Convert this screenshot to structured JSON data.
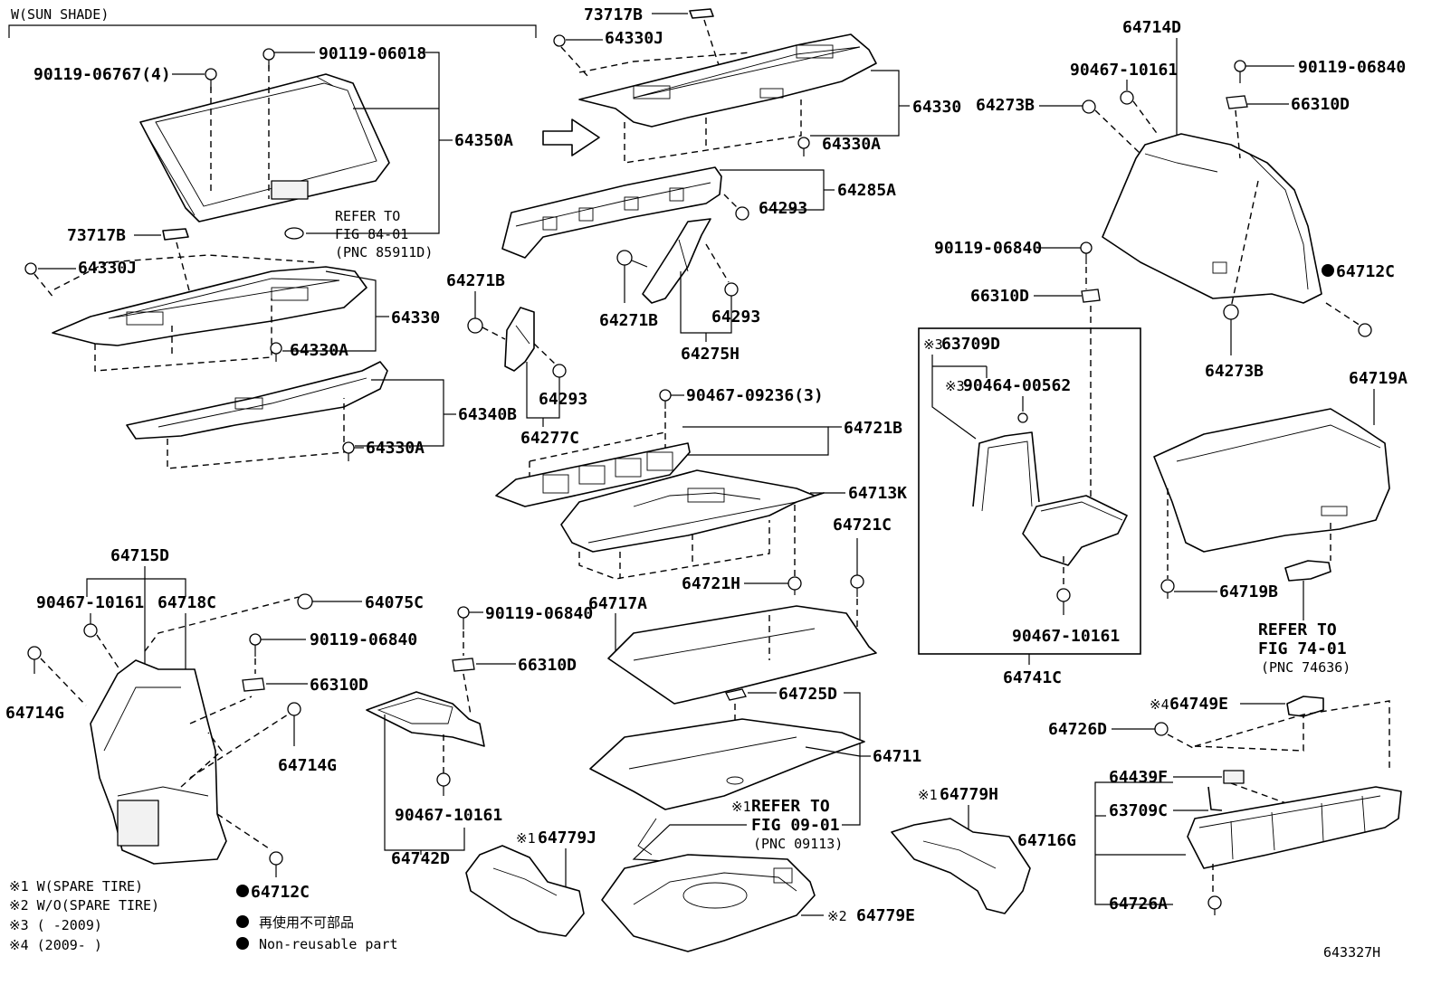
{
  "diagram_code": "643327H",
  "section_title": "W(SUN SHADE)",
  "parts": {
    "p_90119_06767": "90119-06767(4)",
    "p_90119_06018": "90119-06018",
    "p_64350A": "64350A",
    "ref_84_1": "REFER TO",
    "ref_84_2": "FIG 84-01",
    "ref_84_3": "(PNC 85911D)",
    "p_73717B_l": "73717B",
    "p_64330J_l": "64330J",
    "p_64330_l": "64330",
    "p_64330A_l1": "64330A",
    "p_64340B": "64340B",
    "p_64330A_l2": "64330A",
    "p_73717B_t": "73717B",
    "p_64330J_t": "64330J",
    "p_64330_t": "64330",
    "p_64330A_t": "64330A",
    "p_64285A": "64285A",
    "p_64293_a": "64293",
    "p_64271B_a": "64271B",
    "p_64271B_b": "64271B",
    "p_64293_b": "64293",
    "p_64275H": "64275H",
    "p_64293_c": "64293",
    "p_64277C": "64277C",
    "p_90467_09236": "90467-09236(3)",
    "p_64721B": "64721B",
    "p_64713K": "64713K",
    "p_64721C": "64721C",
    "p_64721H": "64721H",
    "p_64717A": "64717A",
    "p_64714D": "64714D",
    "p_90467_10161_r": "90467-10161",
    "p_90119_06840_r1": "90119-06840",
    "p_64273B_a": "64273B",
    "p_66310D_r1": "66310D",
    "p_90119_06840_r2": "90119-06840",
    "p_64712C_r": "64712C",
    "p_66310D_r2": "66310D",
    "p_64273B_b": "64273B",
    "p_63709D": "63709D",
    "p_90464_00562": "90464-00562",
    "p_90467_10161_box": "90467-10161",
    "p_64741C": "64741C",
    "p_64719A": "64719A",
    "p_64719B": "64719B",
    "ref_74_1": "REFER TO",
    "ref_74_2": "FIG 74-01",
    "ref_74_3": "(PNC 74636)",
    "p_64715D": "64715D",
    "p_90467_10161_l": "90467-10161",
    "p_64718C": "64718C",
    "p_64075C": "64075C",
    "p_64714G_a": "64714G",
    "p_90119_06840_l": "90119-06840",
    "p_66310D_l": "66310D",
    "p_64714G_b": "64714G",
    "p_64712C_l": "64712C",
    "p_90119_06840_m": "90119-06840",
    "p_66310D_m": "66310D",
    "p_90467_10161_m": "90467-10161",
    "p_64742D": "64742D",
    "p_64725D": "64725D",
    "p_64711": "64711",
    "ref_09_1": "REFER TO",
    "ref_09_2": "FIG 09-01",
    "ref_09_3": "(PNC 09113)",
    "p_64779J": "64779J",
    "p_64779E": "64779E",
    "p_64779H": "64779H",
    "p_64749E": "64749E",
    "p_64726D": "64726D",
    "p_64439F": "64439F",
    "p_63709C": "63709C",
    "p_64716G": "64716G",
    "p_64726A": "64726A"
  },
  "marks": {
    "m1": "※1",
    "m2": "※2",
    "m3": "※3",
    "m4": "※4"
  },
  "notes": {
    "n1": "※1 W(SPARE TIRE)",
    "n2": "※2 W/O(SPARE TIRE)",
    "n3": "※3 (      -2009)",
    "n4": "※4 (2009-      )",
    "n5": "再使用不可部品",
    "n6": "Non-reusable part"
  }
}
